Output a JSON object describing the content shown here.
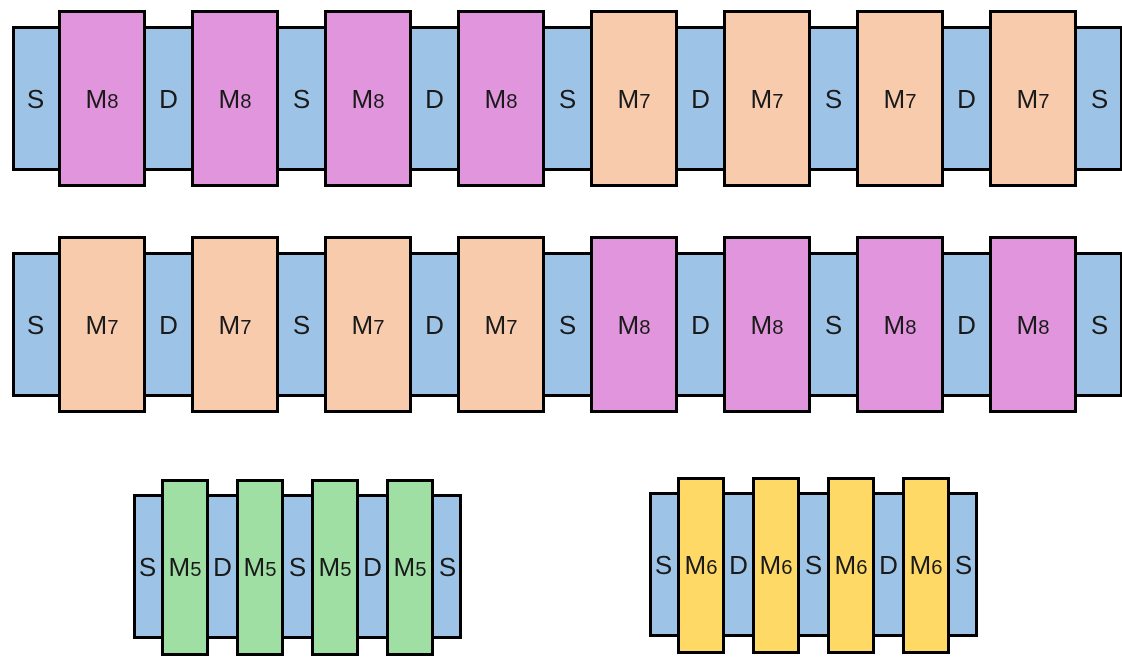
{
  "colors": {
    "spacer": "#9dc3e6",
    "M8": "#e195dd",
    "M7": "#f8cbad",
    "M5": "#a0dfa4",
    "M6": "#ffd966"
  },
  "chains": [
    {
      "units": [
        {
          "kind": "spacer",
          "label": "S"
        },
        {
          "kind": "block",
          "base": "M",
          "sub": "8",
          "color": "M8"
        },
        {
          "kind": "spacer",
          "label": "D"
        },
        {
          "kind": "block",
          "base": "M",
          "sub": "8",
          "color": "M8"
        },
        {
          "kind": "spacer",
          "label": "S"
        },
        {
          "kind": "block",
          "base": "M",
          "sub": "8",
          "color": "M8"
        },
        {
          "kind": "spacer",
          "label": "D"
        },
        {
          "kind": "block",
          "base": "M",
          "sub": "8",
          "color": "M8"
        },
        {
          "kind": "spacer",
          "label": "S"
        },
        {
          "kind": "block",
          "base": "M",
          "sub": "7",
          "color": "M7"
        },
        {
          "kind": "spacer",
          "label": "D"
        },
        {
          "kind": "block",
          "base": "M",
          "sub": "7",
          "color": "M7"
        },
        {
          "kind": "spacer",
          "label": "S"
        },
        {
          "kind": "block",
          "base": "M",
          "sub": "7",
          "color": "M7"
        },
        {
          "kind": "spacer",
          "label": "D"
        },
        {
          "kind": "block",
          "base": "M",
          "sub": "7",
          "color": "M7"
        },
        {
          "kind": "spacer",
          "label": "S"
        }
      ]
    },
    {
      "units": [
        {
          "kind": "spacer",
          "label": "S"
        },
        {
          "kind": "block",
          "base": "M",
          "sub": "7",
          "color": "M7"
        },
        {
          "kind": "spacer",
          "label": "D"
        },
        {
          "kind": "block",
          "base": "M",
          "sub": "7",
          "color": "M7"
        },
        {
          "kind": "spacer",
          "label": "S"
        },
        {
          "kind": "block",
          "base": "M",
          "sub": "7",
          "color": "M7"
        },
        {
          "kind": "spacer",
          "label": "D"
        },
        {
          "kind": "block",
          "base": "M",
          "sub": "7",
          "color": "M7"
        },
        {
          "kind": "spacer",
          "label": "S"
        },
        {
          "kind": "block",
          "base": "M",
          "sub": "8",
          "color": "M8"
        },
        {
          "kind": "spacer",
          "label": "D"
        },
        {
          "kind": "block",
          "base": "M",
          "sub": "8",
          "color": "M8"
        },
        {
          "kind": "spacer",
          "label": "S"
        },
        {
          "kind": "block",
          "base": "M",
          "sub": "8",
          "color": "M8"
        },
        {
          "kind": "spacer",
          "label": "D"
        },
        {
          "kind": "block",
          "base": "M",
          "sub": "8",
          "color": "M8"
        },
        {
          "kind": "spacer",
          "label": "S"
        }
      ]
    },
    {
      "units": [
        {
          "kind": "spacer",
          "label": "S"
        },
        {
          "kind": "block",
          "base": "M",
          "sub": "5",
          "color": "M5"
        },
        {
          "kind": "spacer",
          "label": "D"
        },
        {
          "kind": "block",
          "base": "M",
          "sub": "5",
          "color": "M5"
        },
        {
          "kind": "spacer",
          "label": "S"
        },
        {
          "kind": "block",
          "base": "M",
          "sub": "5",
          "color": "M5"
        },
        {
          "kind": "spacer",
          "label": "D"
        },
        {
          "kind": "block",
          "base": "M",
          "sub": "5",
          "color": "M5"
        },
        {
          "kind": "spacer",
          "label": "S"
        }
      ]
    },
    {
      "units": [
        {
          "kind": "spacer",
          "label": "S"
        },
        {
          "kind": "block",
          "base": "M",
          "sub": "6",
          "color": "M6"
        },
        {
          "kind": "spacer",
          "label": "D"
        },
        {
          "kind": "block",
          "base": "M",
          "sub": "6",
          "color": "M6"
        },
        {
          "kind": "spacer",
          "label": "S"
        },
        {
          "kind": "block",
          "base": "M",
          "sub": "6",
          "color": "M6"
        },
        {
          "kind": "spacer",
          "label": "D"
        },
        {
          "kind": "block",
          "base": "M",
          "sub": "6",
          "color": "M6"
        },
        {
          "kind": "spacer",
          "label": "S"
        }
      ]
    }
  ]
}
